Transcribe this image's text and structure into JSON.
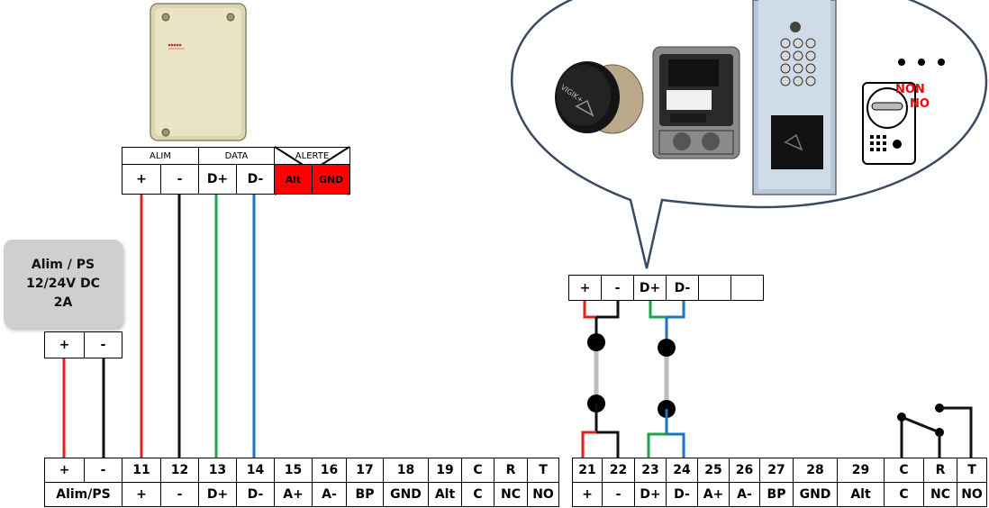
{
  "power_supply": {
    "line1": "Alim / PS",
    "line2": "12/24V DC",
    "line3": "2A",
    "terminals": [
      "+",
      "-"
    ]
  },
  "reader": {
    "group_labels": [
      "ALIM",
      "DATA",
      "ALERTE"
    ],
    "terminals": [
      "+",
      "-",
      "D+",
      "D-",
      "Alt",
      "GND"
    ]
  },
  "bubble_connector": {
    "terminals": [
      "+",
      "-",
      "D+",
      "D-",
      "",
      ""
    ]
  },
  "bubble": {
    "non_label": "NON",
    "no_label": "NO",
    "badge_text": "VIGIK+"
  },
  "left_block": {
    "top": [
      "+",
      "-",
      "11",
      "12",
      "13",
      "14",
      "15",
      "16",
      "17",
      "18",
      "19",
      "C",
      "R",
      "T"
    ],
    "bottom": [
      "Alim/PS",
      "+",
      "-",
      "D+",
      "D-",
      "A+",
      "A-",
      "BP",
      "GND",
      "Alt",
      "C",
      "NC",
      "NO"
    ]
  },
  "right_block": {
    "top": [
      "21",
      "22",
      "23",
      "24",
      "25",
      "26",
      "27",
      "28",
      "29",
      "C",
      "R",
      "T"
    ],
    "bottom": [
      "+",
      "-",
      "D+",
      "D-",
      "A+",
      "A-",
      "BP",
      "GND",
      "Alt",
      "C",
      "NC",
      "NO"
    ]
  },
  "colors": {
    "positive_wire": "#e8201c",
    "negative_wire": "#111111",
    "data_plus_wire": "#1aa34a",
    "data_minus_wire": "#1e73be",
    "alert_cell": "#ff0000",
    "ps_box": "#cfcfcf"
  }
}
